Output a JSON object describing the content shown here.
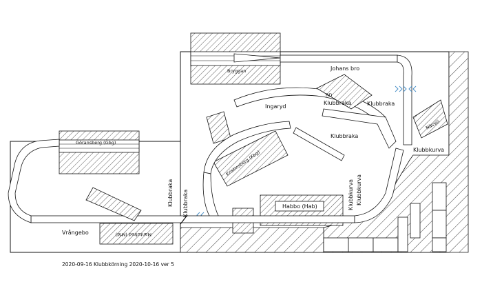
{
  "labels": {
    "bryggan": "Bryggan",
    "johans_bro": "Johans bro",
    "ingaryd": "Ingaryd",
    "klubbraka_top": "Klubbraka",
    "klubbraka_right": "Klubbraka",
    "klubbraka_mid": "Klubbraka",
    "klubbraka_vertical": "Klubbraka",
    "klubbraka_vertical2": "Klubbraka",
    "klubbkurva_right": "Klubbkurva",
    "klubbkurva_v1": "Klubbkurva",
    "klubbkurva_v2": "Klubbkurva",
    "goransberg": "Göransberg (Gbg)",
    "kristinsberg": "Kristinsberg (Kbg)",
    "habbo": "Habbo (Hab)",
    "vrangebo": "Vrångebo",
    "mantofred": "Mantofred (Mfd)",
    "rd_small": "RD",
    "nassjo": "Nässjö"
  },
  "caption": "2020-09-16 Klubbkörning 2020-10-16 ver 5",
  "colors": {
    "line": "#111111",
    "arrow": "#4a90c8"
  }
}
